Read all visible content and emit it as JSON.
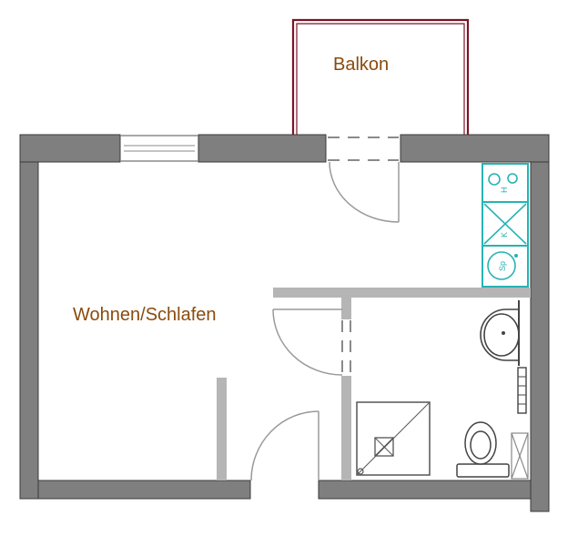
{
  "rooms": {
    "balkon": "Balkon",
    "wohnen_schlafen": "Wohnen/Schlafen"
  },
  "kitchen": {
    "hob_label": "H",
    "cross_label": "K",
    "sink_label": "Sp"
  },
  "colors": {
    "wall": "#7f7f7f",
    "wall_outline": "#3a3a3a",
    "balcony": "#7a1428",
    "room_label": "#8b4a0c",
    "kitchen": "#27b3b3",
    "inner_wall": "#b5b5b5",
    "door_line": "#9a9a9a",
    "fixture": "#555555"
  }
}
